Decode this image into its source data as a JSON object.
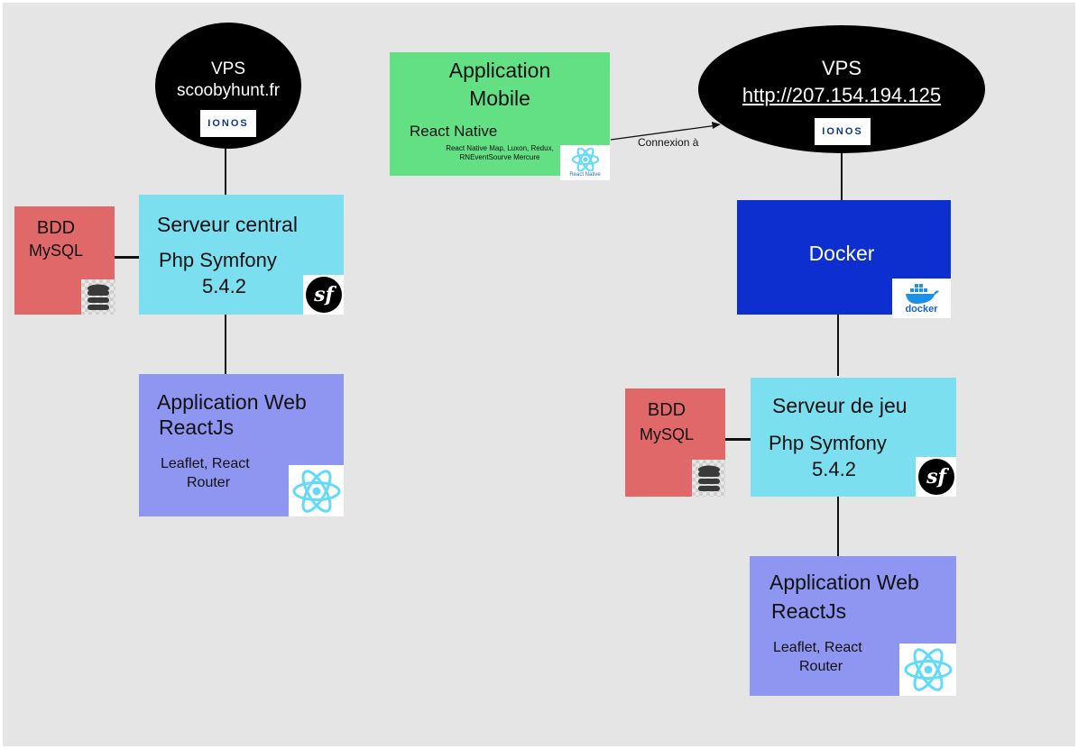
{
  "left": {
    "vps": {
      "title": "VPS",
      "host": "scoobyhunt.fr",
      "logo": "IONOS"
    },
    "db": {
      "line1": "BDD",
      "line2": "MySQL",
      "icon": "database-icon"
    },
    "server": {
      "title": "Serveur central",
      "framework": "Php Symfony",
      "version": "5.4.2",
      "icon": "symfony-icon"
    },
    "web": {
      "title": "Application Web",
      "subtitle": "ReactJs",
      "libs_line1": "Leaflet, React",
      "libs_line2": "Router",
      "icon": "react-icon"
    }
  },
  "mobile": {
    "title_line1": "Application",
    "title_line2": "Mobile",
    "subtitle": "React Native",
    "libs_line1": "React Native Map, Luxon, Redux,",
    "libs_line2": "RNEventSourve Mercure",
    "logo_caption": "React Native",
    "icon": "react-native-icon"
  },
  "connection": {
    "label": "Connexion à"
  },
  "right": {
    "vps": {
      "title": "VPS",
      "host": "http://207.154.194.125",
      "logo": "IONOS"
    },
    "docker": {
      "title": "Docker",
      "logo_caption": "docker",
      "icon": "docker-icon"
    },
    "db": {
      "line1": "BDD",
      "line2": "MySQL",
      "icon": "database-icon"
    },
    "server": {
      "title": "Serveur de jeu",
      "framework": "Php Symfony",
      "version": "5.4.2",
      "icon": "symfony-icon"
    },
    "web": {
      "title": "Application Web",
      "subtitle": "ReactJs",
      "libs_line1": "Leaflet, React",
      "libs_line2": "Router",
      "icon": "react-icon"
    }
  },
  "colors": {
    "canvas": "#e5e5e5",
    "db": "#e06868",
    "server": "#7bdff0",
    "web": "#8f96f2",
    "mobile": "#64e084",
    "docker": "#0e2fcf",
    "ellipse": "#000000"
  }
}
